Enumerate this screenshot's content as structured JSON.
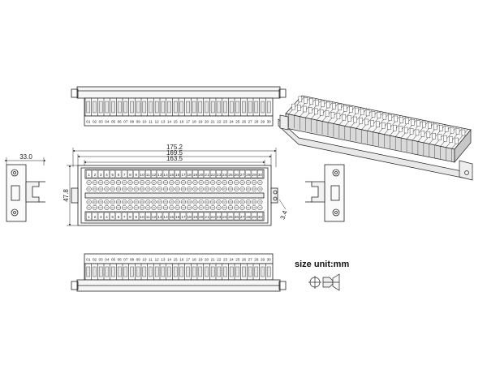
{
  "dimensions": {
    "overall_length": "175.2",
    "pitch_length": "169.5",
    "inner_length": "163.5",
    "depth": "33.0",
    "width": "47.8",
    "offset": "3.4"
  },
  "top_row_terminals": [
    "1",
    "2",
    "3",
    "4",
    "5",
    "6",
    "7",
    "8",
    "9",
    "10",
    "11",
    "12",
    "13",
    "14",
    "15",
    "16",
    "17",
    "18",
    "19",
    "20",
    "21",
    "22",
    "23",
    "24",
    "25",
    "26",
    "27",
    "28",
    "29",
    "30"
  ],
  "bottom_row_terminals": [
    "1",
    "2",
    "3",
    "4",
    "5",
    "6",
    "7",
    "8",
    "9",
    "10",
    "11",
    "12",
    "13",
    "14",
    "15",
    "16",
    "17",
    "18",
    "19",
    "20",
    "21",
    "22",
    "23",
    "24",
    "25",
    "26",
    "27",
    "28",
    "29",
    "30"
  ],
  "side_view_top_labels": [
    "01",
    "02",
    "03",
    "04",
    "05",
    "06",
    "07",
    "08",
    "09",
    "10",
    "11",
    "12",
    "13",
    "14",
    "15",
    "16",
    "17",
    "18",
    "19",
    "20",
    "21",
    "22",
    "23",
    "24",
    "25",
    "26",
    "27",
    "28",
    "29",
    "30"
  ],
  "side_view_bottom_labels": [
    "01",
    "02",
    "03",
    "04",
    "05",
    "06",
    "07",
    "08",
    "09",
    "10",
    "11",
    "12",
    "13",
    "14",
    "15",
    "16",
    "17",
    "18",
    "19",
    "20",
    "21",
    "22",
    "23",
    "24",
    "25",
    "26",
    "27",
    "28",
    "29",
    "30"
  ],
  "unit_note": "size unit:mm",
  "colors": {
    "line": "#222222",
    "fill_light": "#f4f4f4",
    "fill_mid": "#dcdcdc"
  }
}
